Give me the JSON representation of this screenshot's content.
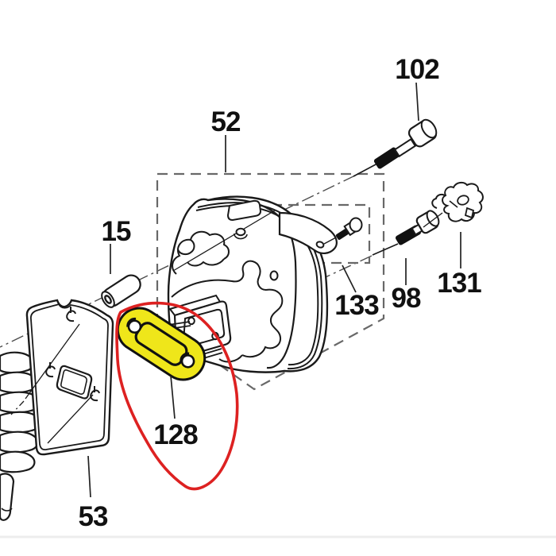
{
  "diagram": {
    "kind": "exploded-parts-diagram",
    "highlighted_part": "128",
    "colors": {
      "line": "#1a1a1a",
      "dashed_box": "#686868",
      "centerline": "#4d4d4d",
      "highlight_fill": "#efe61a",
      "highlight_ring": "#dd2121",
      "label": "#111111",
      "background": "#ffffff"
    },
    "labels": [
      {
        "part": "102",
        "text": "102"
      },
      {
        "part": "52",
        "text": "52"
      },
      {
        "part": "15",
        "text": "15"
      },
      {
        "part": "133",
        "text": "133"
      },
      {
        "part": "98",
        "text": "98"
      },
      {
        "part": "131",
        "text": "131"
      },
      {
        "part": "128",
        "text": "128"
      },
      {
        "part": "53",
        "text": "53"
      }
    ]
  }
}
